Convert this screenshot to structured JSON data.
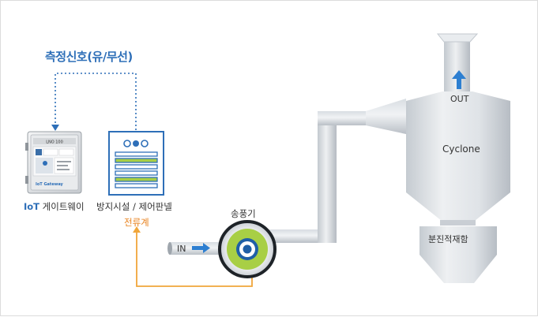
{
  "signal": {
    "title": "측정신호(유/무선)"
  },
  "iot": {
    "brand": "IoT",
    "label": " 게이트웨이",
    "device_screen_text": "LNO 100",
    "device_footer_text": "IoT Gateway"
  },
  "panel": {
    "label": "방지시설 / 제어판넬"
  },
  "current": {
    "label": "전류계"
  },
  "blower": {
    "label": "송풍기"
  },
  "inlet": {
    "label": "IN"
  },
  "outlet": {
    "label": "OUT"
  },
  "cyclone": {
    "label": "Cyclone"
  },
  "hopper": {
    "label": "분진적재함"
  },
  "colors": {
    "signal_blue": "#2e6fb8",
    "current_orange": "#f0a63a",
    "fan_green": "#a8cf45",
    "arrow_blue": "#2d7fd1"
  }
}
